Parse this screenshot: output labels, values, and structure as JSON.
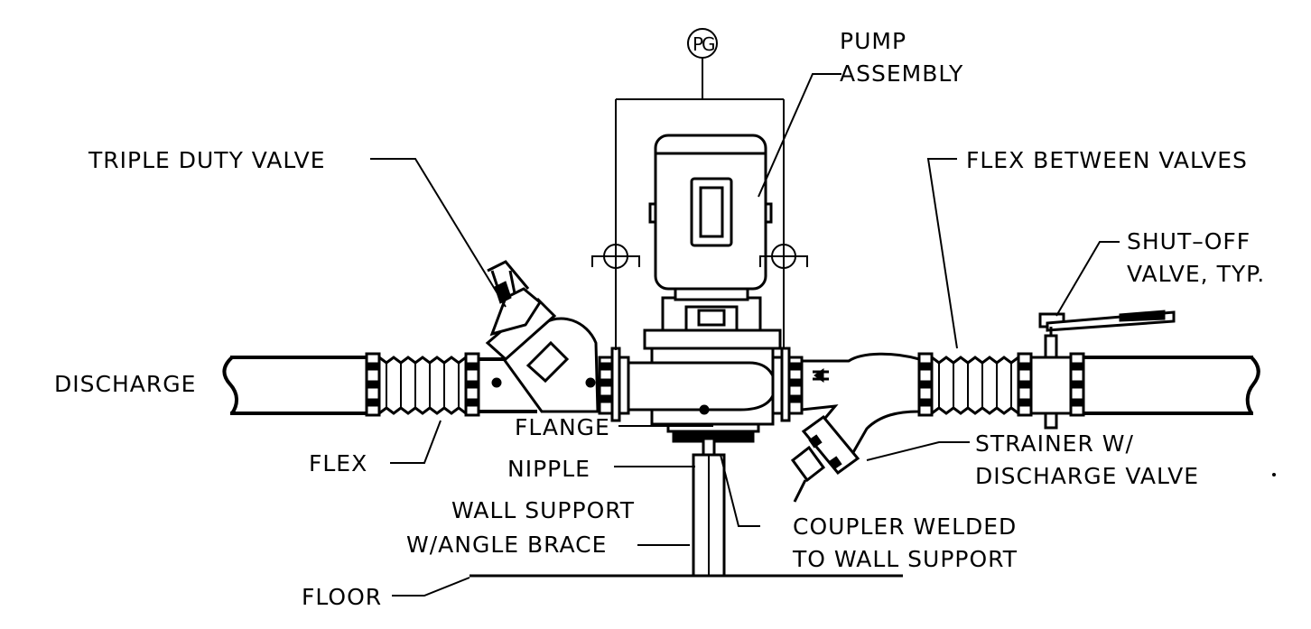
{
  "labels": {
    "pg": "PG",
    "pump_assembly_1": "PUMP",
    "pump_assembly_2": "ASSEMBLY",
    "triple_duty_valve": "TRIPLE DUTY VALVE",
    "flex_between_valves": "FLEX BETWEEN VALVES",
    "shut_off_1": "SHUT–OFF",
    "shut_off_2": "VALVE, TYP.",
    "discharge": "DISCHARGE",
    "flange": "FLANGE",
    "flex": "FLEX",
    "nipple": "NIPPLE",
    "strainer_1": "STRAINER W/",
    "strainer_2": "DISCHARGE VALVE",
    "wall_support_1": "WALL SUPPORT",
    "wall_support_2": "W/ANGLE BRACE",
    "coupler_1": "COUPLER WELDED",
    "coupler_2": "TO WALL SUPPORT",
    "floor": "FLOOR"
  }
}
